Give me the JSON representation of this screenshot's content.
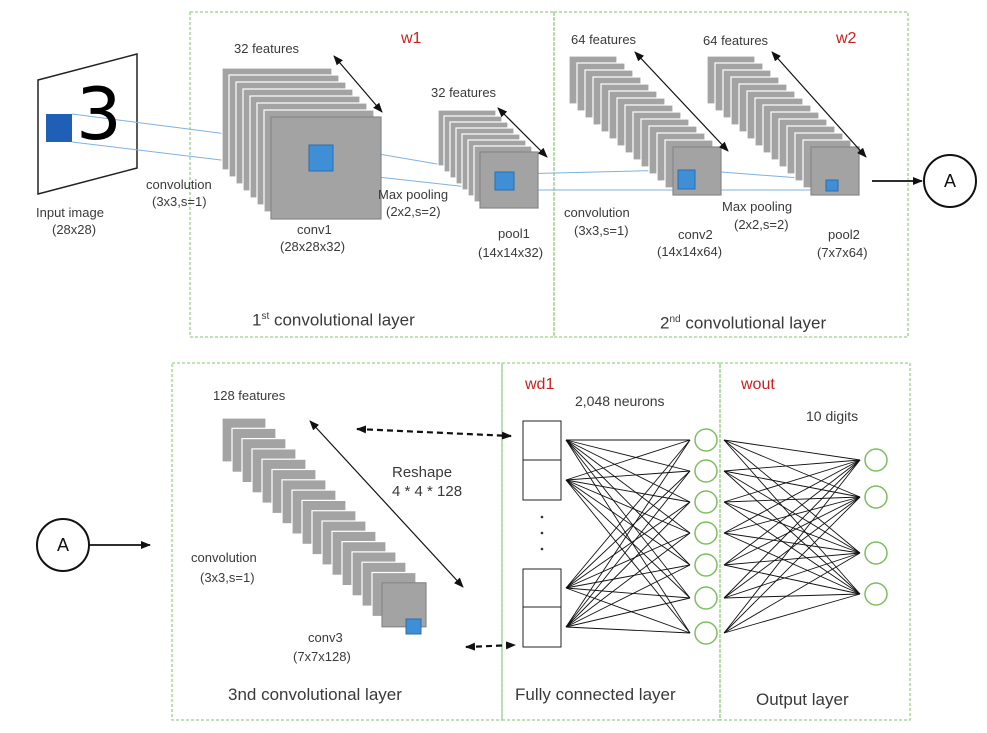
{
  "weights": {
    "w1": "w1",
    "w2": "w2",
    "wd1": "wd1",
    "wout": "wout"
  },
  "input": {
    "digit": "3",
    "label": "Input image",
    "size": "(28x28)"
  },
  "conv1": {
    "features": "32 features",
    "op": "convolution",
    "op_params": "(3x3,s=1)",
    "name": "conv1",
    "size": "(28x28x32)"
  },
  "pool1": {
    "features": "32 features",
    "op": "Max pooling",
    "op_params": "(2x2,s=2)",
    "name": "pool1",
    "size": "(14x14x32)"
  },
  "conv2": {
    "features": "64 features",
    "op": "convolution",
    "op_params": "(3x3,s=1)",
    "name": "conv2",
    "size": "(14x14x64)"
  },
  "pool2": {
    "features": "64 features",
    "op": "Max pooling",
    "op_params": "(2x2,s=2)",
    "name": "pool2",
    "size": "(7x7x64)"
  },
  "conv3": {
    "features": "128 features",
    "op": "convolution",
    "op_params": "(3x3,s=1)",
    "name": "conv3",
    "size": "(7x7x128)"
  },
  "reshape": {
    "title": "Reshape",
    "expr": "4 * 4 * 128"
  },
  "fc": {
    "neurons": "2,048 neurons"
  },
  "output": {
    "digits": "10 digits"
  },
  "connector": "A",
  "layers": {
    "l1_base": "1",
    "l1_sup": "st",
    "l1_rest": " convolutional layer",
    "l2_base": "2",
    "l2_sup": "nd",
    "l2_rest": " convolutional layer",
    "l3": "3nd convolutional layer",
    "fc": "Fully connected layer",
    "out": "Output layer"
  },
  "colors": {
    "panel_border": "#9cd08a",
    "feature_fill": "#a3a3a3",
    "feature_edge": "#ffffff",
    "highlight": "#3f8fd6",
    "link_line": "#7fb2dd",
    "neuron": "#7dbf5f",
    "weight_label": "#cc1f1f"
  }
}
